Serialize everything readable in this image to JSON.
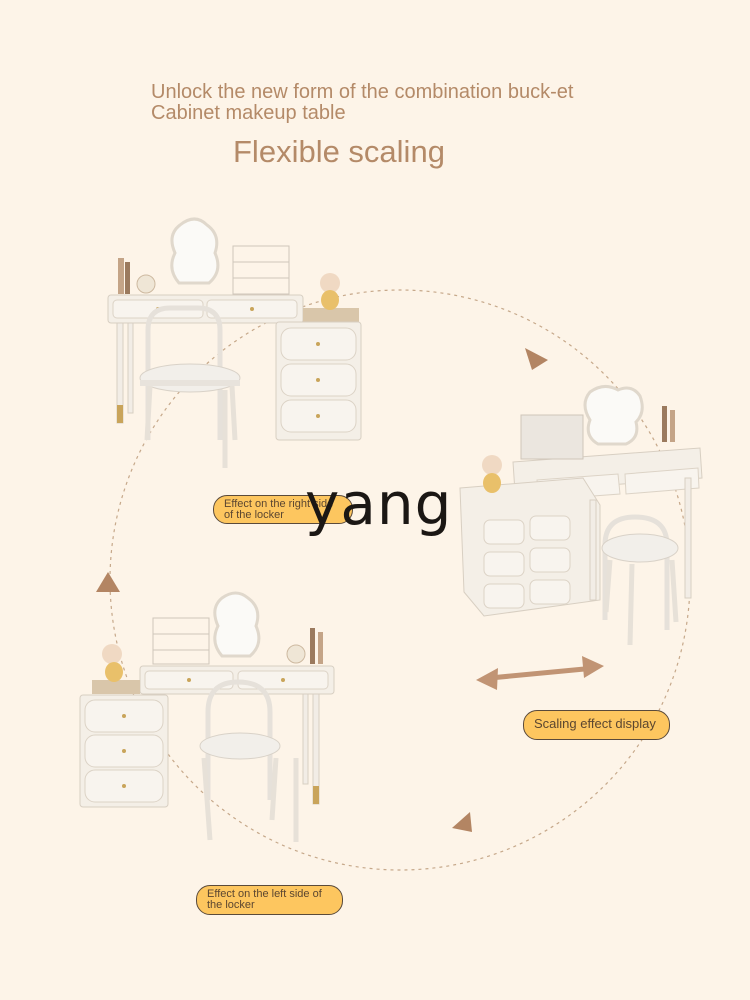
{
  "headline": "Unlock the new form of the combination buck-et Cabinet makeup table",
  "subline": "Flexible scaling",
  "watermark": "yang",
  "tags": {
    "right_locker": "Effect on the right side of the locker",
    "scaling": "Scaling effect display",
    "left_locker": "Effect on the left side of the locker"
  },
  "colors": {
    "background": "#fdf4e8",
    "title": "#b48a68",
    "tag_fill": "#fdc65f",
    "arrow": "#b38563",
    "furniture": "#f4efe7"
  }
}
